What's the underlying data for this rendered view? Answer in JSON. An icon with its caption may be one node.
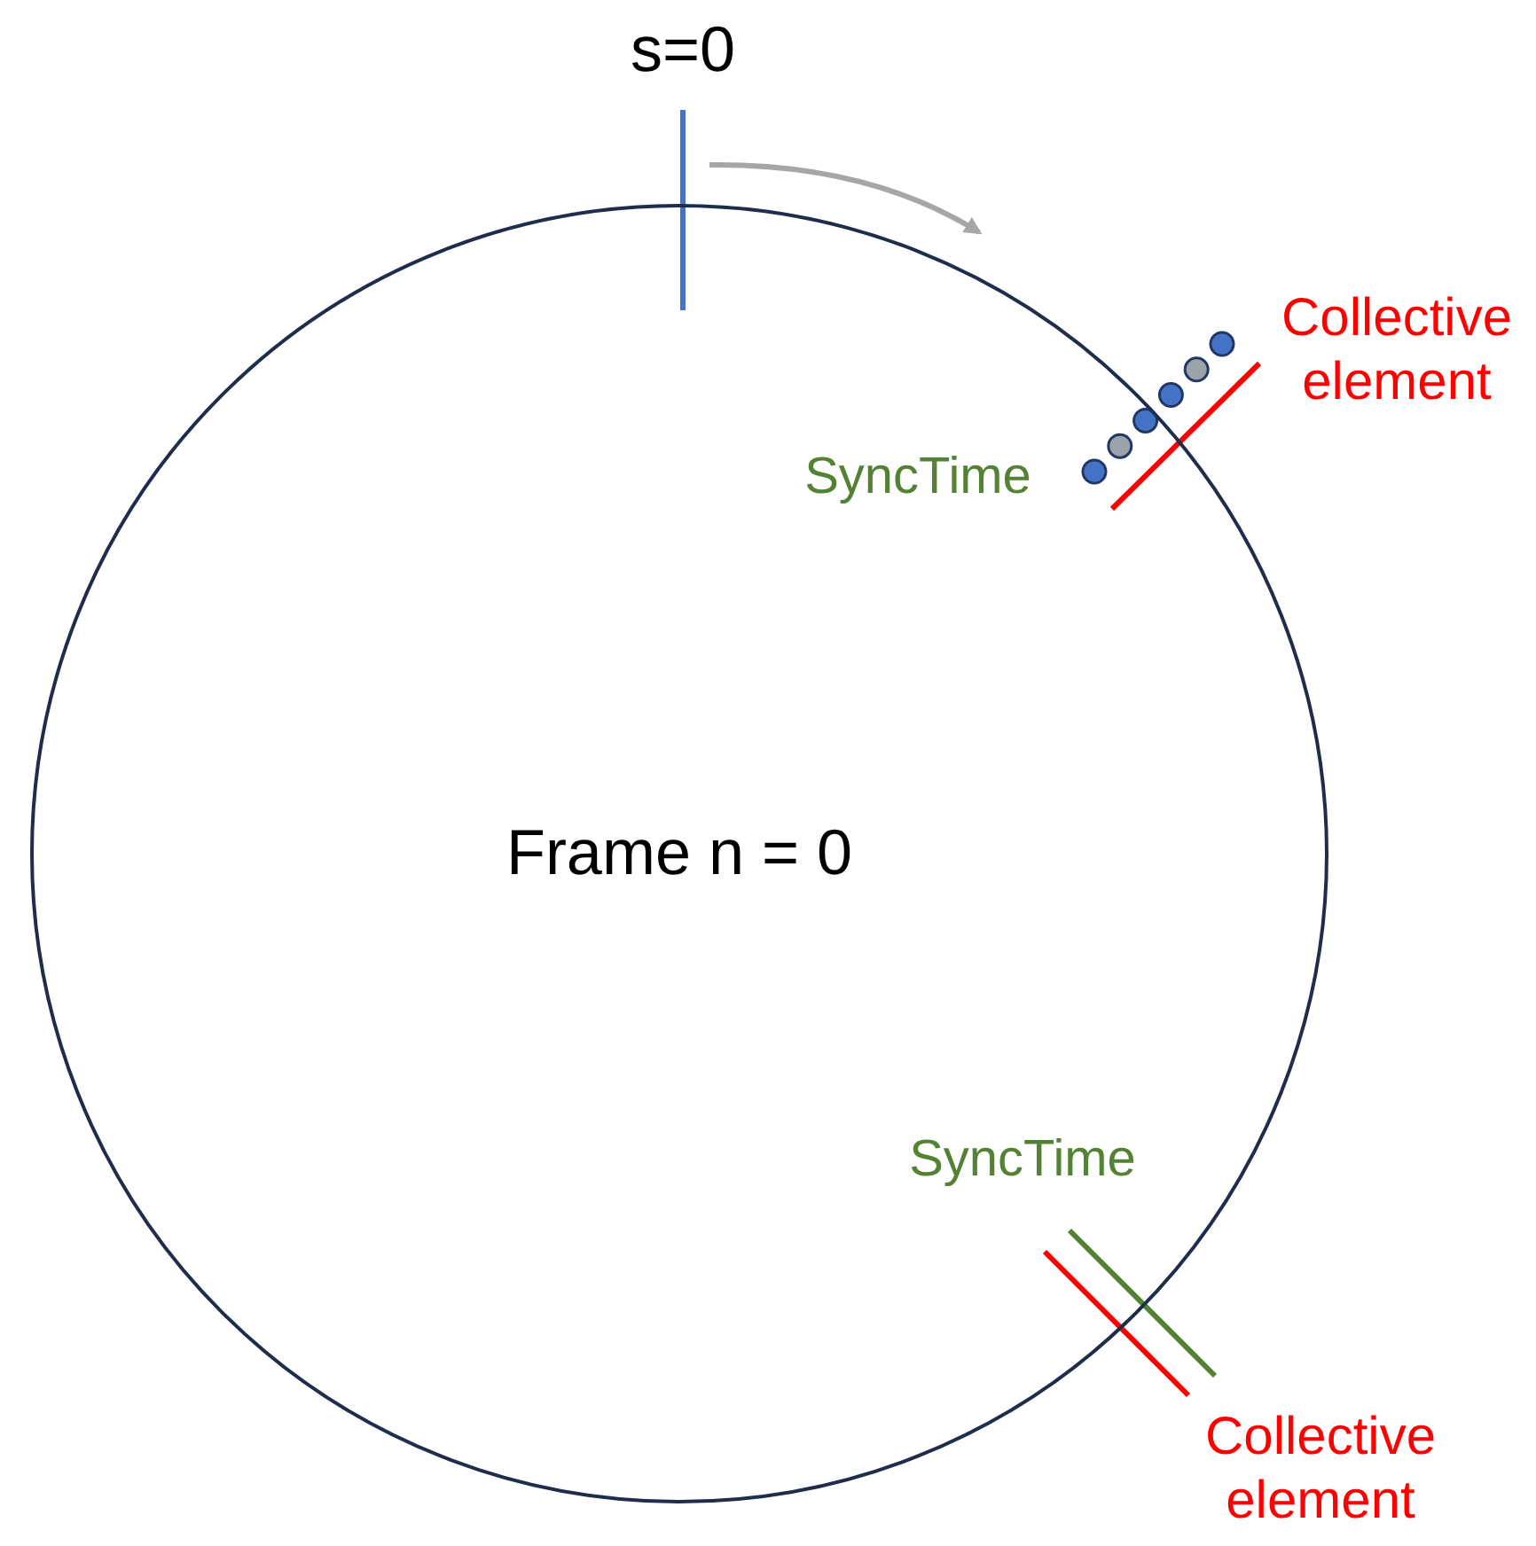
{
  "diagram": {
    "nodes": [
      {
        "text": [
          "Frame n = 0"
        ]
      }
    ],
    "labels": [
      "s=0",
      "Collective element",
      "SyncTime",
      "SyncTime",
      "Collective element"
    ]
  }
}
